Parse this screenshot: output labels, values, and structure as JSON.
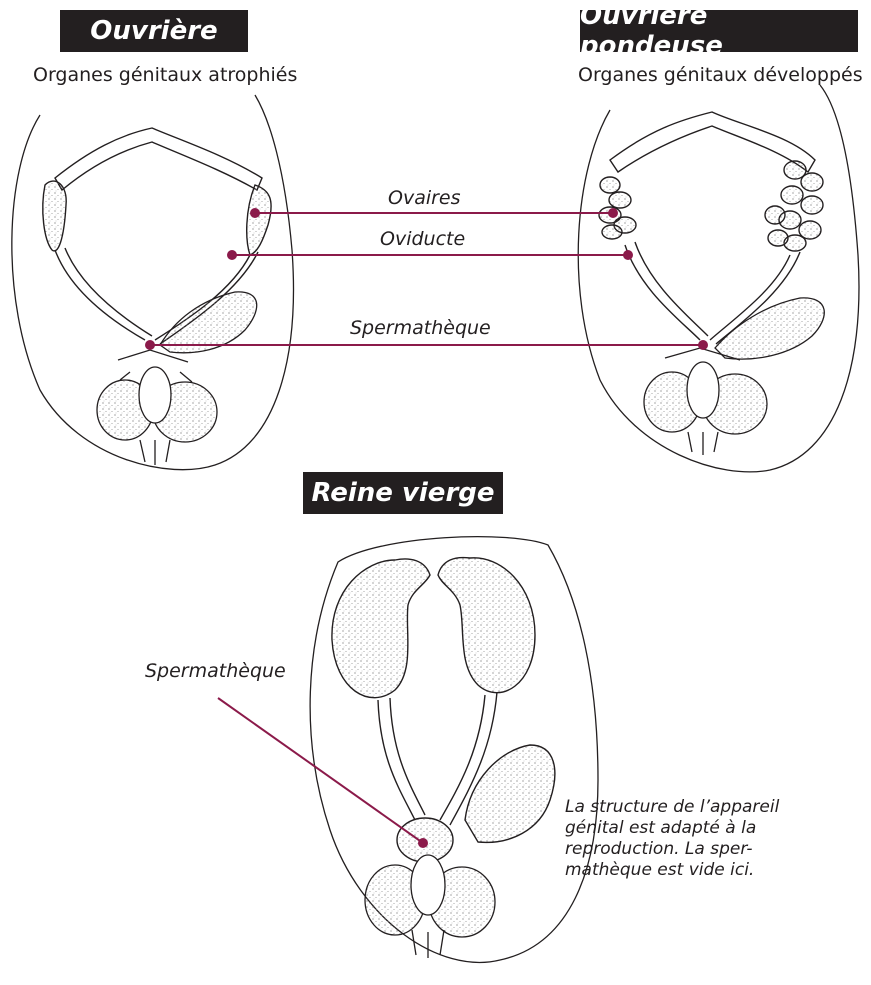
{
  "panels": {
    "worker": {
      "title": "Ouvrière",
      "subtitle": "Organes génitaux atrophiés"
    },
    "laying_worker": {
      "title": "Ouvrière pondeuse",
      "subtitle": "Organes génitaux développés"
    },
    "virgin_queen": {
      "title": "Reine vierge",
      "label": "Spermathèque"
    }
  },
  "connector_labels": {
    "ovaries": "Ovaires",
    "oviduct": "Oviducte",
    "spermatheca": "Spermathèque"
  },
  "caption_lines": [
    "La structure de l’appareil",
    "génital est adapté à la",
    "reproduction. La sper-",
    "mathèque est vide ici."
  ],
  "colors": {
    "accent": "#8b1a4a",
    "title_bg": "#231f20",
    "line": "#231f20"
  }
}
